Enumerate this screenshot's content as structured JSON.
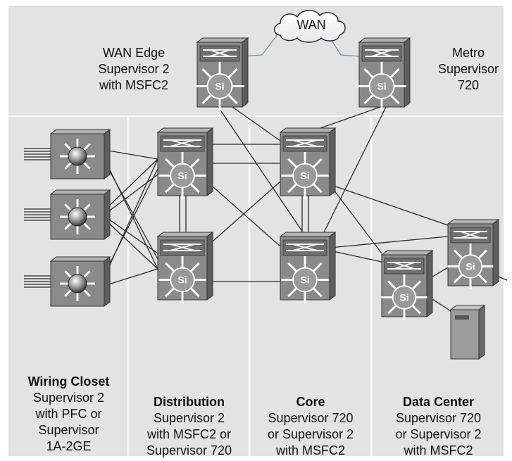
{
  "top_labels": {
    "wan_edge": "WAN Edge\nSupervisor 2\nwith MSFC2",
    "metro": "Metro\nSupervisor\n720",
    "wan_cloud": "WAN"
  },
  "switch_symbol_text": "Si",
  "columns": [
    {
      "id": "wiring-closet",
      "title": "Wiring Closet",
      "desc": "Supervisor 2\nwith PFC or\nSupervisor\n1A-2GE"
    },
    {
      "id": "distribution",
      "title": "Distribution",
      "desc": "Supervisor 2\nwith MSFC2 or\nSupervisor 720"
    },
    {
      "id": "core",
      "title": "Core",
      "desc": "Supervisor 720\nor Supervisor 2\nwith MSFC2"
    },
    {
      "id": "data-center",
      "title": "Data Center",
      "desc": "Supervisor 720\nor Supervisor 2\nwith MSFC2"
    }
  ],
  "colors": {
    "background_band": "#e3e3e3",
    "switch_front": "#8a8a8a",
    "switch_top": "#b3b3b3",
    "switch_side": "#5e5e5e",
    "line": "#2a2a2a"
  }
}
